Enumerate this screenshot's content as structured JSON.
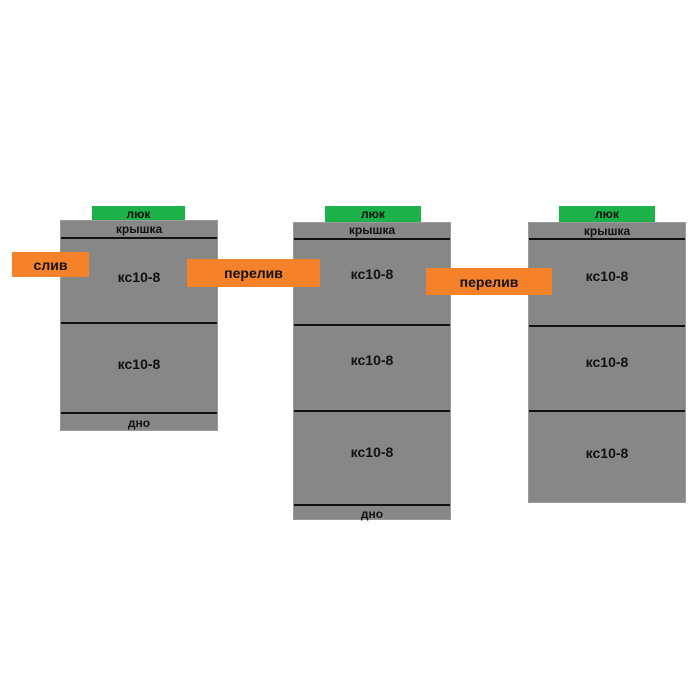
{
  "colors": {
    "tank": "#878787",
    "separator": "#111111",
    "hatch": "#1db14a",
    "pipe": "#f5822a",
    "background": "#ffffff"
  },
  "tanks": [
    {
      "hatch": "люк",
      "cover": "крышка",
      "rings": [
        "кс10-8",
        "кс10-8"
      ],
      "bottom": "дно"
    },
    {
      "hatch": "люк",
      "cover": "крышка",
      "rings": [
        "кс10-8",
        "кс10-8",
        "кс10-8"
      ],
      "bottom": "дно"
    },
    {
      "hatch": "люк",
      "cover": "крышка",
      "rings": [
        "кс10-8",
        "кс10-8",
        "кс10-8"
      ]
    }
  ],
  "pipes": {
    "inlet": "слив",
    "overflow_1": "перелив",
    "overflow_2": "перелив"
  }
}
